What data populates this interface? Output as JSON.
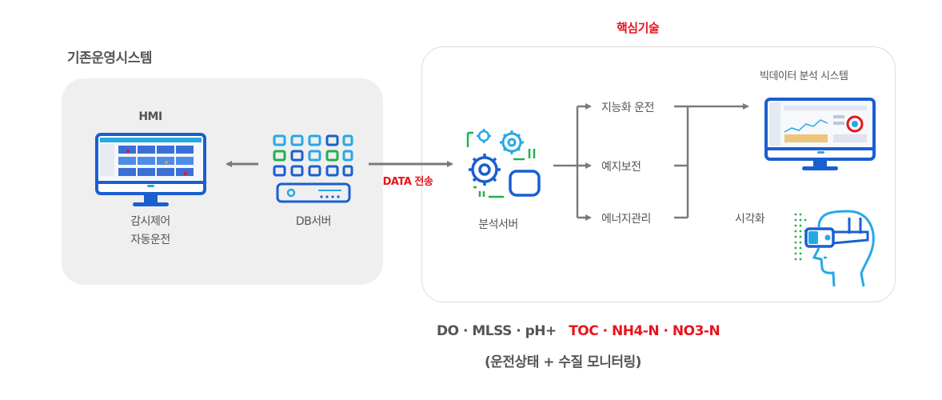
{
  "existing_system": {
    "title": "기존운영시스템",
    "hmi": {
      "title": "HMI",
      "caption_line1": "감시제어",
      "caption_line2": "자동운전"
    },
    "db_server": {
      "caption": "DB서버"
    }
  },
  "transfer": {
    "label": "DATA 전송"
  },
  "core_tech": {
    "title": "핵심기술",
    "analysis_server": {
      "caption": "분석서버"
    },
    "functions": [
      {
        "label": "지능화 운전"
      },
      {
        "label": "예지보전"
      },
      {
        "label": "에너지관리"
      }
    ],
    "bigdata": {
      "title": "빅데이터 분석 시스템"
    },
    "visualization": {
      "caption": "시각화"
    }
  },
  "monitoring": {
    "params_gray": "DO · MLSS · pH+",
    "params_red": "TOC · NH4-N · NO3-N",
    "subtitle": "(운전상태 + 수질 모니터링)"
  },
  "colors": {
    "accent_red": "#e8141b",
    "blue": "#1a5fd0",
    "light_blue": "#27a8e6",
    "green": "#21b04f",
    "panel_gray": "#efefef",
    "arrow_gray": "#7a7a7a"
  },
  "icons": [
    "monitor-icon",
    "database-server-icon",
    "gears-icon",
    "vr-headset-icon"
  ]
}
